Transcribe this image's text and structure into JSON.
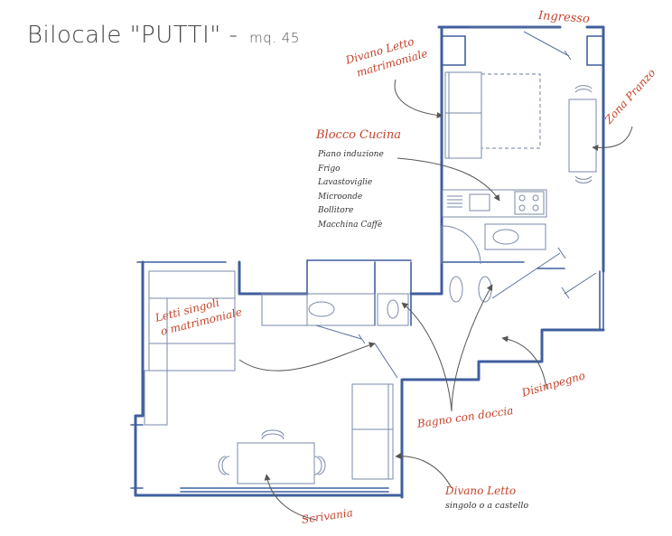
{
  "title": {
    "main": "Bilocale \"PUTTI\" -",
    "area": "mq. 45"
  },
  "labels": {
    "ingresso": "Ingresso",
    "divano_letto_top_line1": "Divano Letto",
    "divano_letto_top_line2": "matrimoniale",
    "zona_pranzo": "Zona Pranzo",
    "blocco_cucina": "Blocco Cucina",
    "letti_line1": "Letti singoli",
    "letti_line2": "o matrimoniale",
    "disimpegno": "Disimpegno",
    "bagno": "Bagno con doccia",
    "divano_letto_bottom": "Divano Letto",
    "divano_letto_bottom_sub": "singolo o a castello",
    "scrivania": "Scrivania"
  },
  "cucina_items": [
    "Piano induzione",
    "Frigo",
    "Lavastoviglie",
    "Microonde",
    "Bollitore",
    "Macchina Caffè"
  ],
  "colors": {
    "walls": "#3f5f9e",
    "labels": "#c4432b",
    "text": "#333333"
  }
}
